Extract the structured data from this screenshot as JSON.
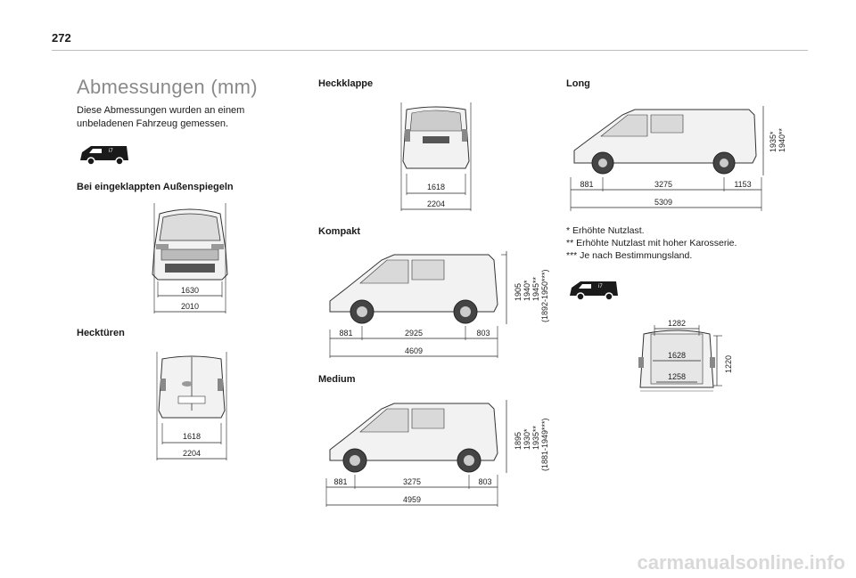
{
  "page_number": "272",
  "title": "Abmessungen (mm)",
  "intro": "Diese Abmessungen wurden an einem unbeladenen Fahrzeug gemessen.",
  "sections": {
    "mirrors": "Bei eingeklappten Außenspiegeln",
    "rear_doors": "Hecktüren",
    "tailgate": "Heckklappe",
    "compact": "Kompakt",
    "medium": "Medium",
    "long": "Long"
  },
  "dims": {
    "mirrors": {
      "inner": "1630",
      "outer": "2010"
    },
    "rear_doors": {
      "inner": "1618",
      "outer": "2204"
    },
    "tailgate": {
      "inner": "1618",
      "outer": "2204"
    },
    "compact": {
      "front": "881",
      "wheelbase": "2925",
      "rear": "803",
      "total": "4609",
      "heights": [
        "1905",
        "1940*",
        "1945**",
        "(1892-1950***)"
      ]
    },
    "medium": {
      "front": "881",
      "wheelbase": "3275",
      "rear": "803",
      "total": "4959",
      "heights": [
        "1895",
        "1930*",
        "1935**",
        "(1881-1949***)"
      ]
    },
    "long": {
      "front": "881",
      "wheelbase": "3275",
      "rear": "1153",
      "total": "5309",
      "heights": [
        "1935*",
        "1940**"
      ]
    },
    "cargo": {
      "top": "1282",
      "mid": "1628",
      "low": "1258",
      "height": "1220"
    }
  },
  "notes": [
    "* Erhöhte Nutzlast.",
    "** Erhöhte Nutzlast mit hoher Karosserie.",
    "*** Je nach Bestimmungsland."
  ],
  "footer": "carmanualsonline.info"
}
